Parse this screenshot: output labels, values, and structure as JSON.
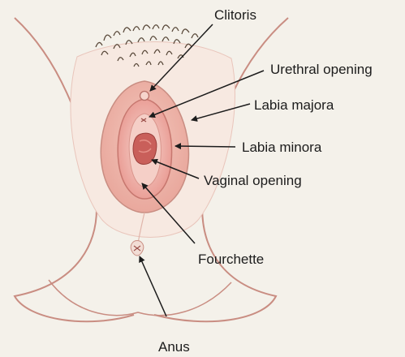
{
  "labels": {
    "clitoris": "Clitoris",
    "urethral_opening": "Urethral opening",
    "labia_majora": "Labia majora",
    "labia_minora": "Labia minora",
    "vaginal_opening": "Vaginal opening",
    "fourchette": "Fourchette",
    "anus": "Anus"
  },
  "colors": {
    "background": "#f4f1ea",
    "skin": "#f7e9e1",
    "outline": "#c98d82",
    "pink": "#e8a59a",
    "inner": "#d56f68",
    "hair": "#5a4a3b",
    "leader": "#1c1c1c"
  }
}
